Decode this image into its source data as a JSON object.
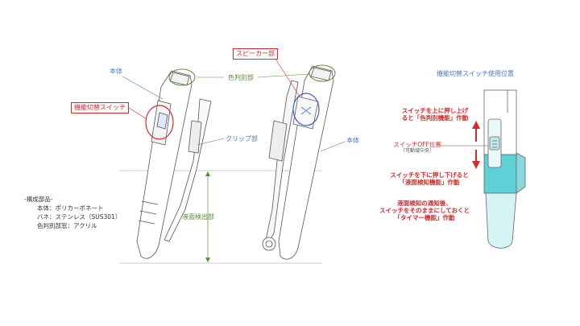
{
  "labels": {
    "body_left": "本体",
    "body_right": "本体",
    "mode_switch": "機能切替スイッチ",
    "speaker": "スピーカー部",
    "color_part": "色判別部",
    "clip": "クリップ部",
    "liquid_detect": "液面検出部",
    "switch_position_title": "機能切替スイッチ使用位置"
  },
  "parts": {
    "title": "-構成部品-",
    "lines": [
      "本体：ポリカーボネート",
      "バネ：ステンレス（SUS301）",
      "色判別部窓：アクリル"
    ]
  },
  "instructions": {
    "up_line1": "スイッチを上に押し上げ",
    "up_line2": "ると「色判別機能」作動",
    "off_label": "スイッチOFF位置",
    "off_note": "（可動域中央）",
    "down_line1": "スイッチを下に押し下げると",
    "down_line2": "「液面検知機能」作動",
    "timer_line1": "液面検知の通知後、",
    "timer_line2": "スイッチをそのままにしておくと",
    "timer_line3": "「タイマー機能」作動"
  },
  "colors": {
    "callout_blue": "#4a78c9",
    "dimension_green": "#5a8a3a",
    "highlight_red": "#d42a2a",
    "body_cyan": "#5fd0d6"
  }
}
